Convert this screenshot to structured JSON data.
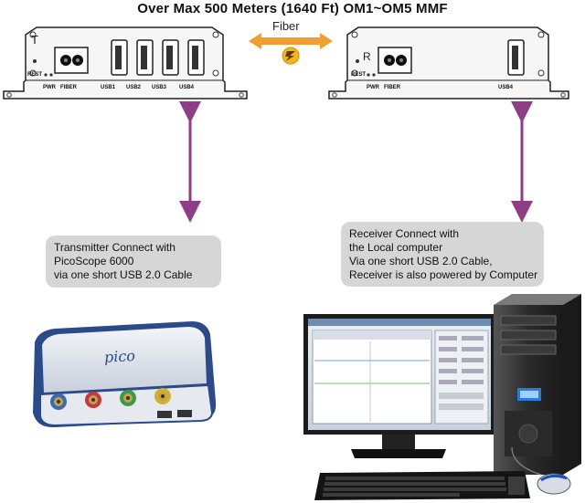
{
  "title": "Over Max 500 Meters (1640 Ft) OM1~OM5 MMF",
  "fiber_label": "Fiber",
  "transmitter": {
    "letter": "T",
    "rest_label": "REST",
    "pwr_label": "PWR",
    "fiber_label": "FIBER",
    "usb_labels": [
      "USB1",
      "USB2",
      "USB3",
      "USB4"
    ]
  },
  "receiver": {
    "letter": "R",
    "rest_label": "REST",
    "pwr_label": "PWR",
    "fiber_label": "FIBER",
    "usb_labels": [
      "USB4"
    ]
  },
  "transmitter_callout": {
    "lines": [
      "Transmitter Connect with",
      "PicoScope 6000",
      "via one short USB 2.0 Cable"
    ]
  },
  "receiver_callout": {
    "lines": [
      "Receiver Connect with",
      "the Local computer",
      "Via one short USB 2.0 Cable,",
      "Receiver is also powered by Computer"
    ]
  },
  "picoscope": {
    "brand": "pico"
  },
  "colors": {
    "arrow_orange": "#f0a030",
    "arrow_purple": "#8e3d86",
    "callout_bg": "#d6d6d6",
    "device_body": "#f4f4f4",
    "pico_blue": "#2a4a8a"
  }
}
